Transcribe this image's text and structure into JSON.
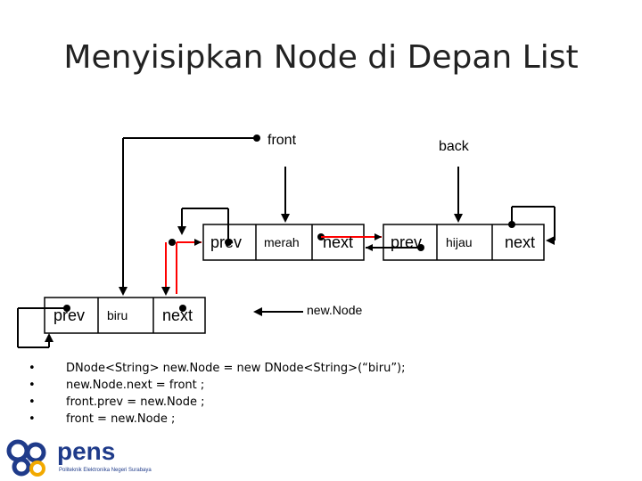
{
  "title": "Menyisipkan Node di Depan List",
  "labels": {
    "front": "front",
    "back": "back",
    "new_node": "new.Node"
  },
  "nodes": {
    "merah": {
      "prev": "prev",
      "value": "merah",
      "next": "next"
    },
    "hijau": {
      "prev": "prev",
      "value": "hijau",
      "next": "next"
    },
    "biru": {
      "prev": "prev",
      "value": "biru",
      "next": "next"
    }
  },
  "code": [
    "DNode<String> new.Node = new DNode<String>(“biru”);",
    "new.Node.next = front ;",
    "front.prev = new.Node ;",
    "front = new.Node ;"
  ],
  "bullet": "•",
  "logo": {
    "name": "pens",
    "tagline": "Politeknik Elektronika Negeri Surabaya",
    "colors": {
      "primary": "#1f3b8a",
      "accent": "#f2a900"
    }
  }
}
